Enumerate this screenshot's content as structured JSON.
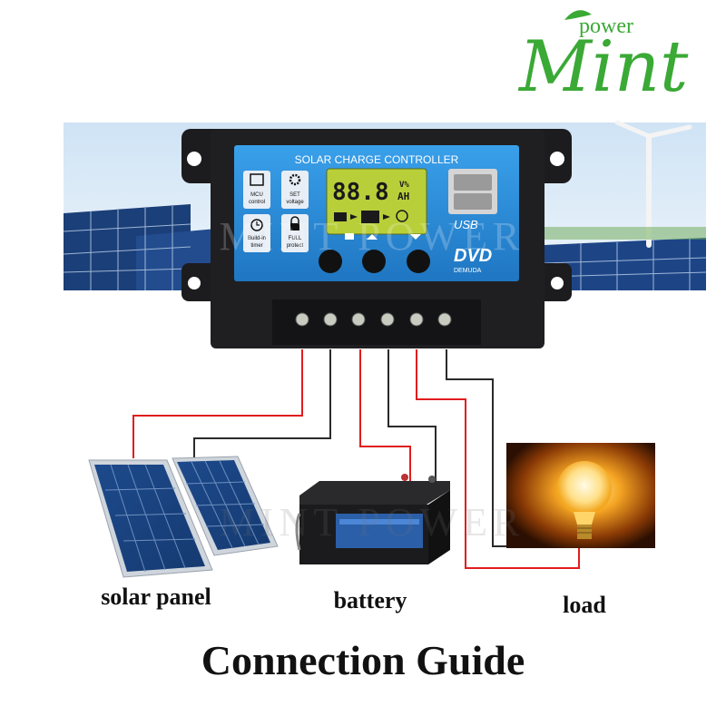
{
  "brand": {
    "small": "power",
    "large": "Mint",
    "colors": {
      "green": "#3aa935"
    }
  },
  "controller": {
    "title": "SOLAR CHARGE CONTROLLER",
    "display": {
      "digits": "88.8",
      "unit_top": "V%",
      "unit_bottom": "AH"
    },
    "features": [
      {
        "line1": "MCU",
        "line2": "control",
        "icon": "chip-icon"
      },
      {
        "line1": "SET",
        "line2": "voltage",
        "icon": "gear-icon"
      },
      {
        "line1": "Build-in",
        "line2": "timer",
        "icon": "clock-icon"
      },
      {
        "line1": "FULL",
        "line2": "protect",
        "icon": "lock-icon"
      }
    ],
    "usb_label": "USB",
    "logo": "DVD",
    "logo_sub": "DEMUDA",
    "buttons": [
      "menu-button",
      "up-button",
      "down-button"
    ],
    "colors": {
      "case": "#1c1c1e",
      "face": "#2f8fd8",
      "lcd": "#b9cf3a"
    }
  },
  "watermark": "MINT POWER",
  "components": {
    "solar_label": "solar panel",
    "battery_label": "battery",
    "load_label": "load"
  },
  "wire_colors": {
    "positive": "#e11d1d",
    "negative": "#2a2a2a"
  },
  "footer_title": "Connection Guide"
}
